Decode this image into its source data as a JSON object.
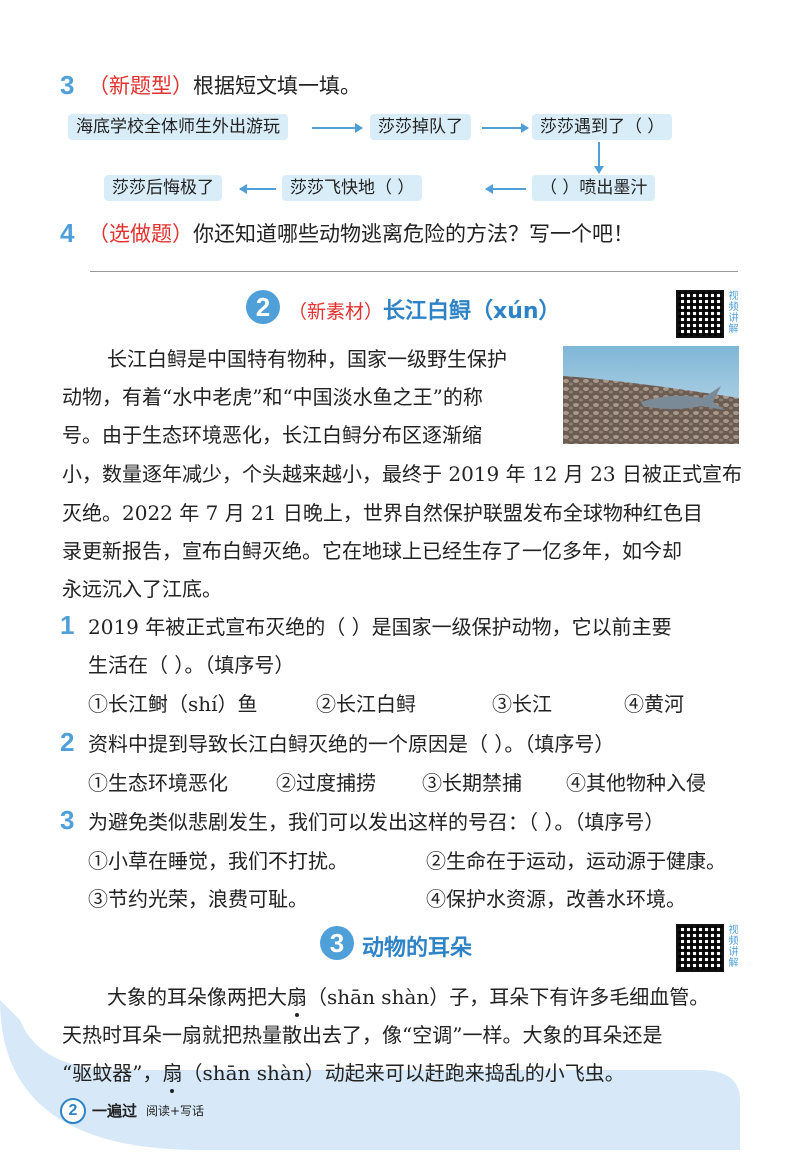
{
  "q3": {
    "num": "3",
    "tag": "（新题型）",
    "text": "根据短文填一填。",
    "flow": {
      "b1": "海底学校全体师生外出游玩",
      "b2": "莎莎掉队了",
      "b3": "莎莎遇到了（          ）",
      "b4": "（          ）喷出墨汁",
      "b5": "莎莎飞快地（              ）",
      "b6": "莎莎后悔极了"
    }
  },
  "q4": {
    "num": "4",
    "tag": "（选做题）",
    "text": "你还知道哪些动物逃离危险的方法？写一个吧！"
  },
  "section2": {
    "num": "2",
    "tag": "（新素材）",
    "title": "长江白鲟（xún）",
    "qr_label": "视频讲解",
    "para_lines": [
      "长江白鲟是中国特有物种，国家一级野生保护",
      "动物，有着“水中老虎”和“中国淡水鱼之王”的称",
      "号。由于生态环境恶化，长江白鲟分布区逐渐缩",
      "小，数量逐年减少，个头越来越小，最终于 2019 年 12 月 23 日被正式宣布",
      "灭绝。2022 年 7 月 21 日晚上，世界自然保护联盟发布全球物种红色目",
      "录更新报告，宣布白鲟灭绝。它在地球上已经生存了一亿多年，如今却",
      "永远沉入了江底。"
    ],
    "questions": [
      {
        "num": "1",
        "line1": "2019 年被正式宣布灭绝的（        ）是国家一级保护动物，它以前主要",
        "line2": "生活在（        ）。（填序号）",
        "options": [
          "①长江鲥（shí）鱼",
          "②长江白鲟",
          "③长江",
          "④黄河"
        ]
      },
      {
        "num": "2",
        "line1": "资料中提到导致长江白鲟灭绝的一个原因是（        ）。（填序号）",
        "options": [
          "①生态环境恶化",
          "②过度捕捞",
          "③长期禁捕",
          "④其他物种入侵"
        ]
      },
      {
        "num": "3",
        "line1": "为避免类似悲剧发生，我们可以发出这样的号召：（        ）。（填序号）",
        "options": [
          "①小草在睡觉，我们不打扰。",
          "②生命在于运动，运动源于健康。",
          "③节约光荣，浪费可耻。",
          "④保护水资源，改善水环境。"
        ]
      }
    ]
  },
  "section3": {
    "num": "3",
    "title": "动物的耳朵",
    "qr_label": "视频讲解",
    "line1_pre": "大象的耳朵像两把大",
    "line1_dot": "扇",
    "line1_post": "（shān    shàn）子，耳朵下有许多毛细血管。",
    "line2": "天热时耳朵一扇就把热量散出去了，像“空调”一样。大象的耳朵还是",
    "line3_pre": "“驱蚊器”，",
    "line3_dot": "扇",
    "line3_post": "（shān    shàn）动起来可以赶跑来捣乱的小飞虫。"
  },
  "footer": {
    "page": "2",
    "brand": "一遍过",
    "subject": "阅读+写话"
  },
  "colors": {
    "accent": "#4f9fd8",
    "red": "#e2322f",
    "box": "#d9edf9"
  }
}
